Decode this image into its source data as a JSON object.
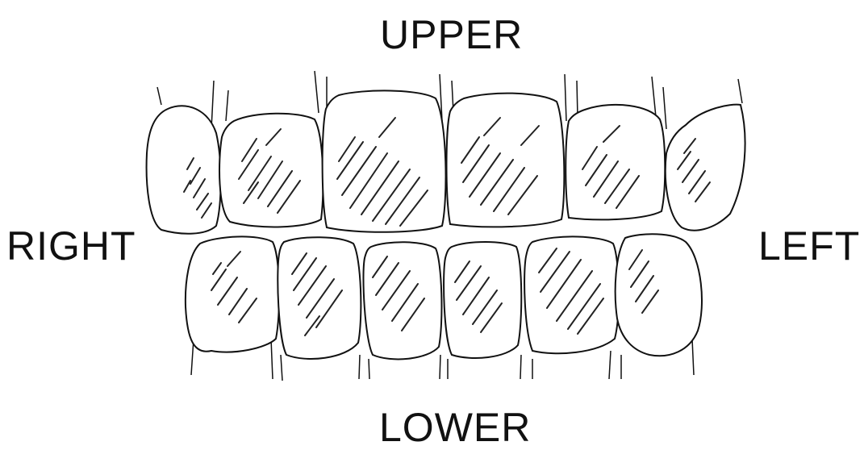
{
  "labels": {
    "upper": "UPPER",
    "lower": "LOWER",
    "right": "RIGHT",
    "left": "LEFT"
  },
  "colors": {
    "ink": "#111111",
    "background": "#ffffff"
  },
  "upper_teeth": [
    "tooth-u1",
    "tooth-u2",
    "tooth-u3",
    "tooth-u4",
    "tooth-u5",
    "tooth-u6"
  ],
  "lower_teeth": [
    "tooth-l1",
    "tooth-l2",
    "tooth-l3",
    "tooth-l4",
    "tooth-l5",
    "tooth-l6"
  ]
}
